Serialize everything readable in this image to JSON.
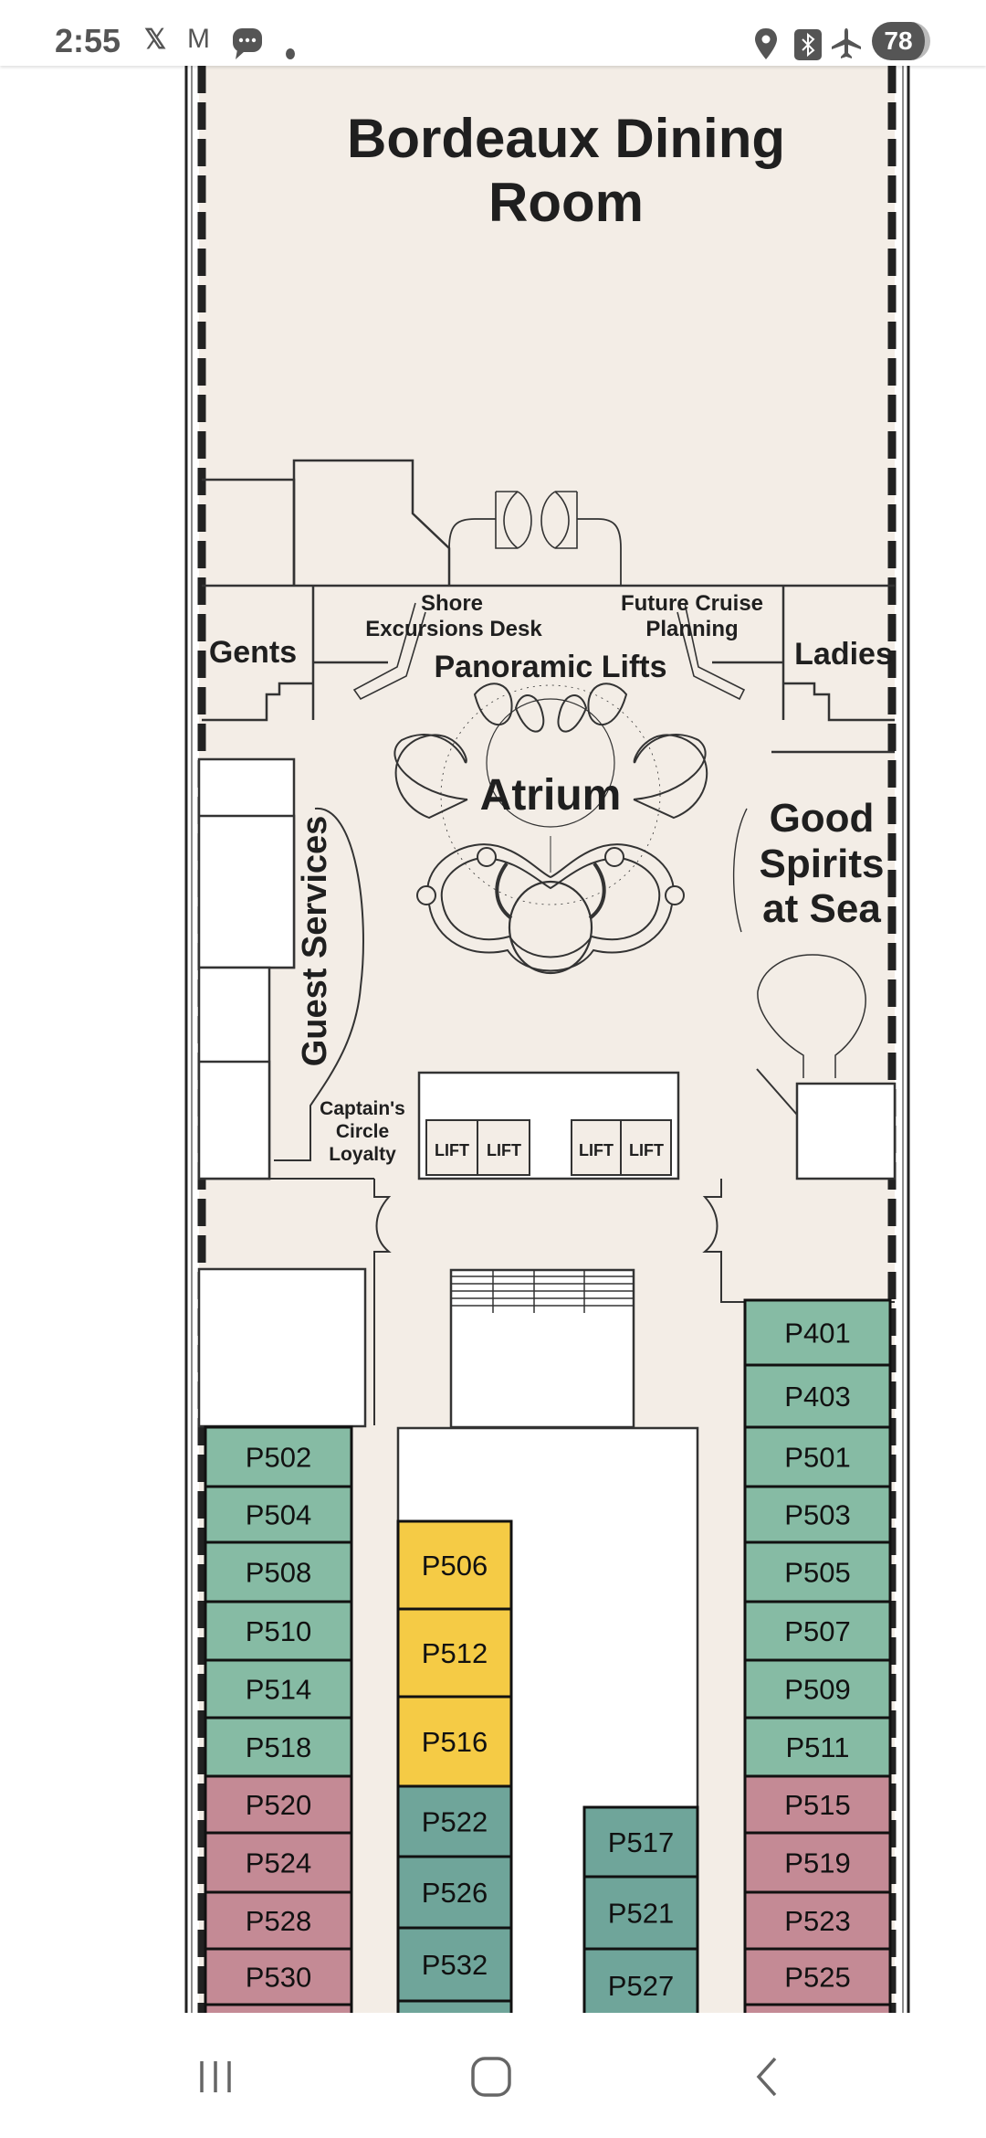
{
  "status_bar": {
    "time": "2:55",
    "notification_icons": [
      "x-icon",
      "gmail-icon",
      "messages-icon",
      "dot-icon"
    ],
    "system_icons": [
      "location-icon",
      "bluetooth-icon",
      "airplane-icon"
    ],
    "battery": "78"
  },
  "deck_plan": {
    "venues": {
      "dining_line1": "Bordeaux Dining",
      "dining_line2": "Room",
      "gents": "Gents",
      "ladies": "Ladies",
      "shore_line1": "Shore",
      "shore_line2": "Excursions Desk",
      "future_line1": "Future Cruise",
      "future_line2": "Planning",
      "panoramic_lifts": "Panoramic Lifts",
      "atrium": "Atrium",
      "spirits_line1": "Good",
      "spirits_line2": "Spirits",
      "spirits_line3": "at Sea",
      "guest_services": "Guest Services",
      "captains_line1": "Captain's",
      "captains_line2": "Circle",
      "captains_line3": "Loyalty",
      "lifts": [
        "LIFT",
        "LIFT",
        "LIFT",
        "LIFT"
      ]
    },
    "category_colors": {
      "green": "#86bba4",
      "teal": "#6fa59a",
      "yellow": "#f5cb45",
      "pink": "#c48a95"
    },
    "cabin_columns": [
      {
        "name": "port-outer",
        "cabins": [
          {
            "label": "P502",
            "cat": "green"
          },
          {
            "label": "P504",
            "cat": "green"
          },
          {
            "label": "P508",
            "cat": "green"
          },
          {
            "label": "P510",
            "cat": "green"
          },
          {
            "label": "P514",
            "cat": "green"
          },
          {
            "label": "P518",
            "cat": "green"
          },
          {
            "label": "P520",
            "cat": "pink"
          },
          {
            "label": "P524",
            "cat": "pink"
          },
          {
            "label": "P528",
            "cat": "pink"
          },
          {
            "label": "P530",
            "cat": "pink"
          }
        ]
      },
      {
        "name": "port-inner",
        "cabins": [
          {
            "label": "P506",
            "cat": "yellow"
          },
          {
            "label": "P512",
            "cat": "yellow"
          },
          {
            "label": "P516",
            "cat": "yellow"
          },
          {
            "label": "P522",
            "cat": "teal"
          },
          {
            "label": "P526",
            "cat": "teal"
          },
          {
            "label": "P532",
            "cat": "teal"
          }
        ]
      },
      {
        "name": "starboard-inner",
        "cabins": [
          {
            "label": "P517",
            "cat": "teal"
          },
          {
            "label": "P521",
            "cat": "teal"
          },
          {
            "label": "P527",
            "cat": "teal"
          }
        ]
      },
      {
        "name": "starboard-outer",
        "cabins": [
          {
            "label": "P401",
            "cat": "green"
          },
          {
            "label": "P403",
            "cat": "green"
          },
          {
            "label": "P501",
            "cat": "green"
          },
          {
            "label": "P503",
            "cat": "green"
          },
          {
            "label": "P505",
            "cat": "green"
          },
          {
            "label": "P507",
            "cat": "green"
          },
          {
            "label": "P509",
            "cat": "green"
          },
          {
            "label": "P511",
            "cat": "green"
          },
          {
            "label": "P515",
            "cat": "pink"
          },
          {
            "label": "P519",
            "cat": "pink"
          },
          {
            "label": "P523",
            "cat": "pink"
          },
          {
            "label": "P525",
            "cat": "pink"
          }
        ]
      }
    ]
  },
  "nav_bar": {
    "buttons": [
      "recent-apps",
      "home",
      "back"
    ]
  }
}
